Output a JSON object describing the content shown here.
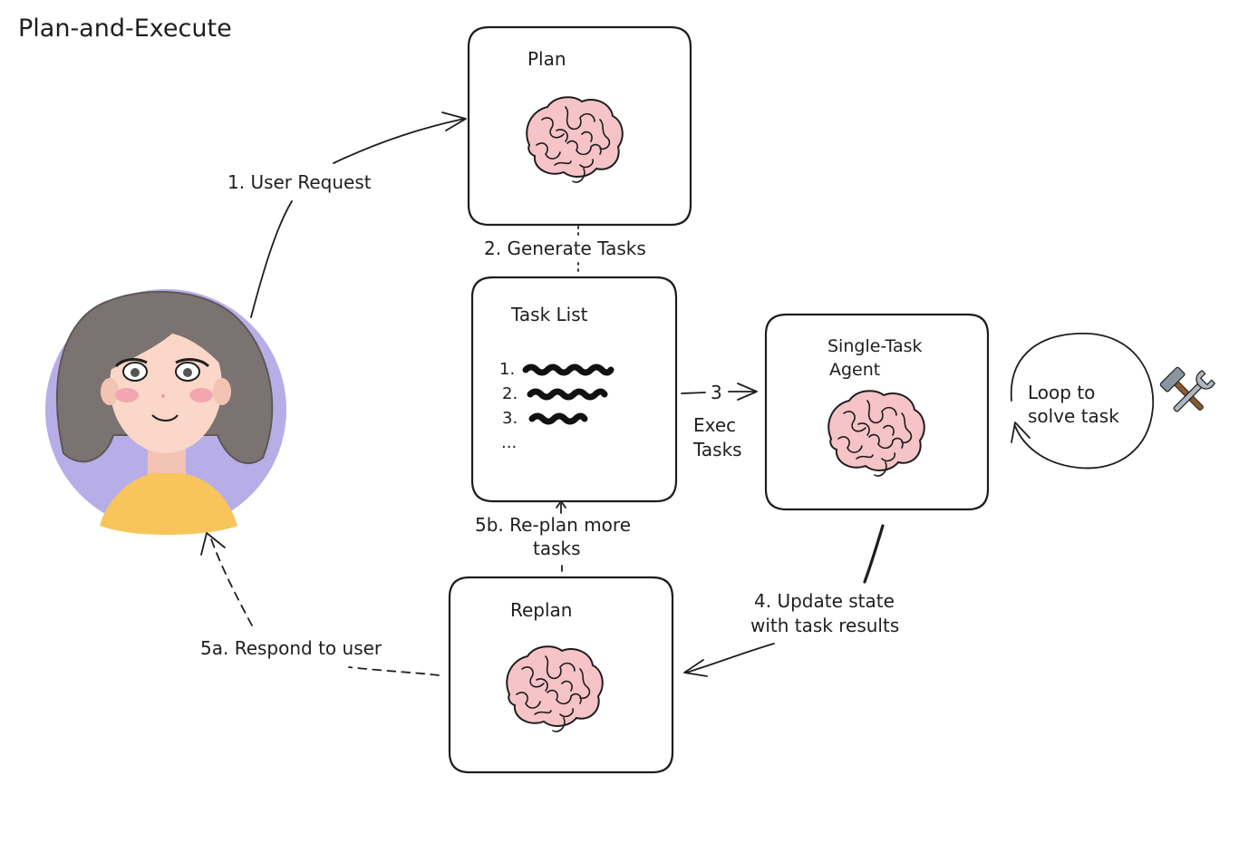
{
  "title": "Plan-and-Execute",
  "nodes": {
    "plan": {
      "label": "Plan"
    },
    "task_list": {
      "label": "Task List",
      "items": [
        "1.",
        "2.",
        "3.",
        "..."
      ]
    },
    "agent": {
      "label_line1": "Single-Task",
      "label_line2": "Agent"
    },
    "replan": {
      "label": "Replan"
    },
    "loop": {
      "label_line1": "Loop to",
      "label_line2": "solve task"
    }
  },
  "edges": {
    "user_request": "1. User Request",
    "generate_tasks": "2. Generate Tasks",
    "exec_number": "3",
    "exec_line1": "Exec",
    "exec_line2": "Tasks",
    "update_line1": "4. Update state",
    "update_line2": "with task results",
    "respond": "5a. Respond to user",
    "replan_more_line1": "5b. Re-plan more",
    "replan_more_line2": "tasks"
  },
  "icons": {
    "user": "user-avatar",
    "brain": "brain-icon",
    "tools": "hammer-wrench-icon"
  },
  "colors": {
    "brain_fill": "#f6c3c7",
    "avatar_circle": "#b7aee8",
    "avatar_hair": "#7b7371",
    "avatar_skin": "#fad7c9",
    "avatar_shirt": "#f7c55c",
    "stroke": "#1e1e1e"
  }
}
